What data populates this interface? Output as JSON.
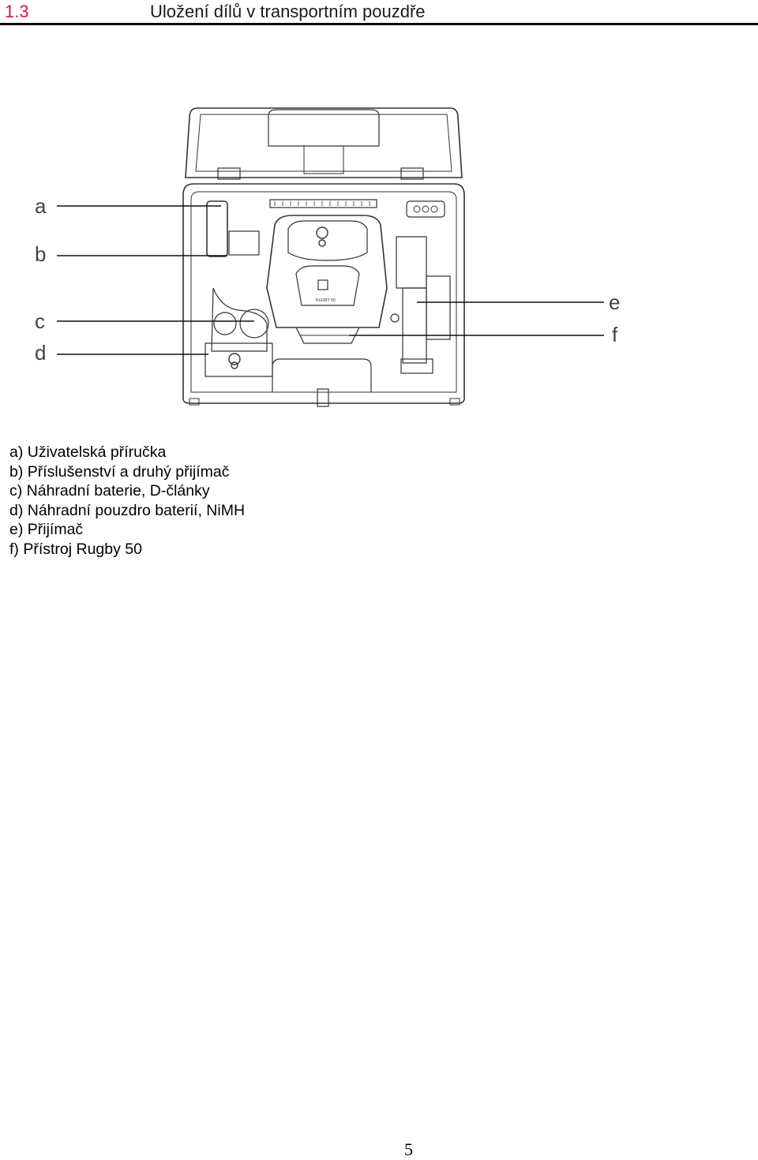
{
  "header": {
    "section_number": "1.3",
    "section_title": "Uložení dílů v transportním pouzdře",
    "accent_color": "#d6154f"
  },
  "figure": {
    "callouts": [
      "a",
      "b",
      "c",
      "d",
      "e",
      "f"
    ],
    "device_label": "RUGBY 50"
  },
  "legend": [
    "a) Uživatelská příručka",
    "b) Příslušenství a druhý přijímač",
    "c) Náhradní baterie, D-články",
    "d) Náhradní pouzdro baterií, NiMH",
    "e) Přijímač",
    "f)  Přístroj Rugby 50"
  ],
  "footer": {
    "page_number": "5"
  }
}
